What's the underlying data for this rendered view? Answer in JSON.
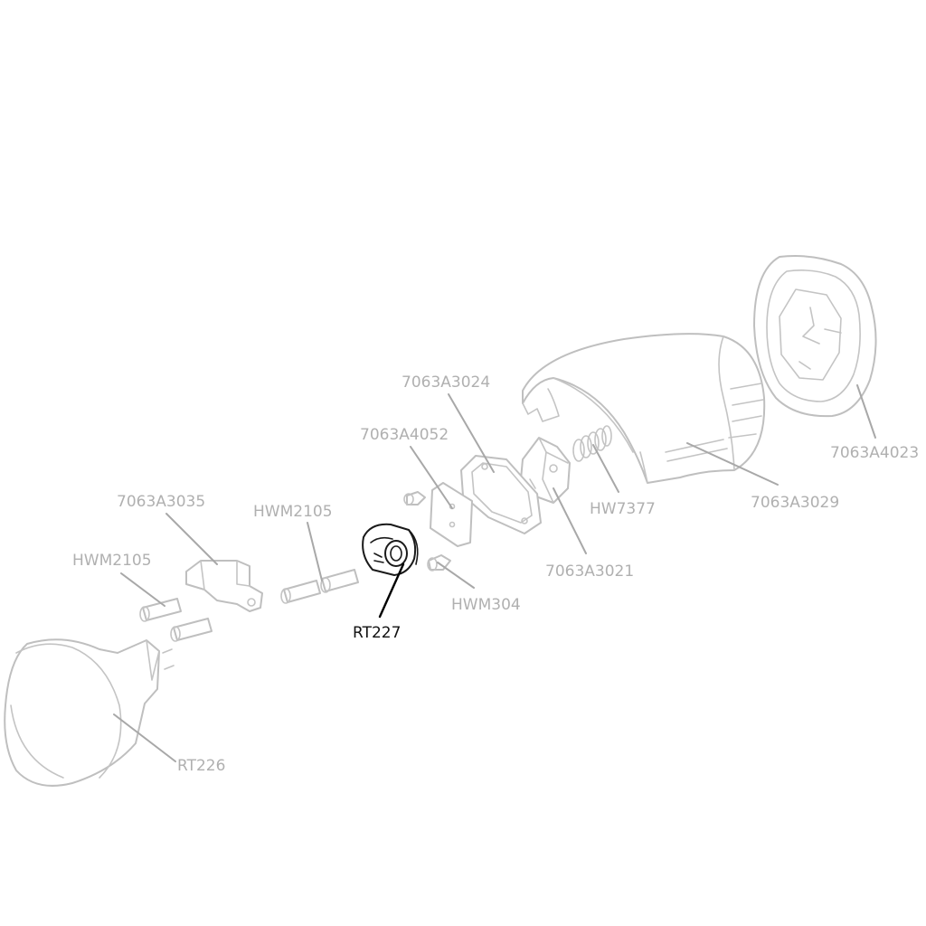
{
  "labels": {
    "a3024": "7063A3024",
    "a4052": "7063A4052",
    "a3035": "7063A3035",
    "hwm2105_upper": "HWM2105",
    "hwm2105_left": "HWM2105",
    "hw7377": "HW7377",
    "a3029": "7063A3029",
    "a4023": "7063A4023",
    "a3021": "7063A3021",
    "hwm304": "HWM304",
    "rt227": "RT227",
    "rt226": "RT226"
  },
  "highlight": {
    "part": "RT227",
    "color": "#000000",
    "muted_color": "#b0b0b0"
  }
}
